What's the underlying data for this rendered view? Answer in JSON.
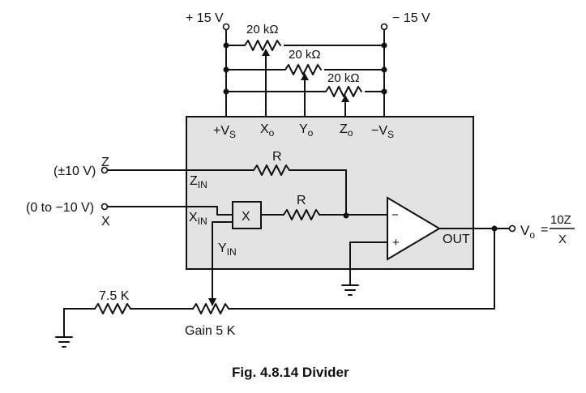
{
  "supply": {
    "pos": "+ 15 V",
    "neg": "− 15 V"
  },
  "trims": {
    "r1": "20 kΩ",
    "r2": "20 kΩ",
    "r3": "20 kΩ"
  },
  "chip": {
    "vs_pos": "+V",
    "vs_pos_sub": "S",
    "xo": "X",
    "xo_sub": "o",
    "yo": "Y",
    "yo_sub": "o",
    "zo": "Z",
    "zo_sub": "o",
    "vs_neg": "−V",
    "vs_neg_sub": "S",
    "zin": "Z",
    "zin_sub": "IN",
    "xin": "X",
    "xin_sub": "IN",
    "yin": "Y",
    "yin_sub": "IN",
    "mult": "X",
    "r_top": "R",
    "r_mid": "R",
    "minus": "−",
    "plus": "+",
    "out": "OUT"
  },
  "inputs": {
    "z_name": "Z",
    "z_range": "(±10 V)",
    "x_range": "(0 to −10 V)",
    "x_name": "X"
  },
  "output": {
    "v": "V",
    "v_sub": "o",
    "eq": "=",
    "num": "10Z",
    "den": "X"
  },
  "gain": {
    "r_fixed": "7.5 K",
    "pot": "Gain 5 K"
  },
  "caption": "Fig. 4.8.14 Divider"
}
